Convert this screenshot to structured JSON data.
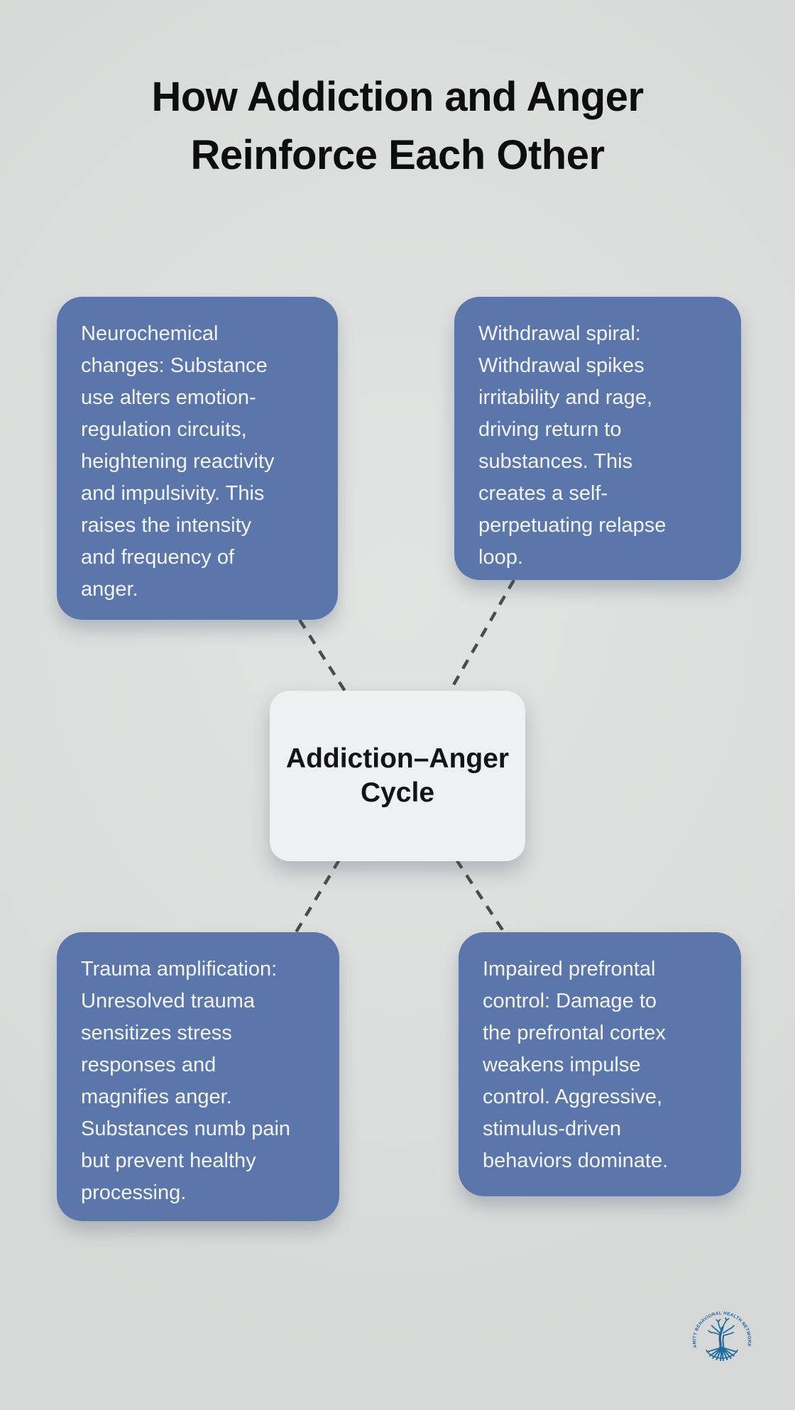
{
  "title": {
    "line1": "How Addiction and Anger",
    "line2": "Reinforce Each Other"
  },
  "center": {
    "label": "Addiction–Anger\nCycle"
  },
  "nodes": [
    {
      "id": "neurochemical-changes",
      "text": "Neurochemical\nchanges: Substance\nuse alters emotion-\nregulation circuits,\nheightening reactivity\nand impulsivity. This\nraises the intensity\nand frequency of\nanger."
    },
    {
      "id": "withdrawal-spiral",
      "text": "Withdrawal spiral:\nWithdrawal spikes\nirritability and rage,\ndriving return to\nsubstances. This\ncreates a self-\nperpetuating relapse\nloop."
    },
    {
      "id": "trauma-amplification",
      "text": "Trauma amplification:\nUnresolved trauma\nsensitizes stress\nresponses and\nmagnifies anger.\nSubstances numb pain\nbut prevent healthy\nprocessing."
    },
    {
      "id": "impaired-prefrontal-control",
      "text": "Impaired prefrontal\ncontrol: Damage to\nthe prefrontal cortex\nweakens impulse\ncontrol. Aggressive,\nstimulus-driven\nbehaviors dominate."
    }
  ],
  "logo": {
    "arc_text": "AMITY BEHAVIORAL HEALTH NETWORK"
  },
  "colors": {
    "background": "#dcdedd",
    "node_fill": "#5b76ab",
    "node_text": "#f3f5f9",
    "center_fill": "#eff0f2",
    "center_text": "#141415",
    "title_text": "#0e0e0f",
    "connector": "#4b4c4c",
    "logo_blue": "#1c6a9e"
  }
}
